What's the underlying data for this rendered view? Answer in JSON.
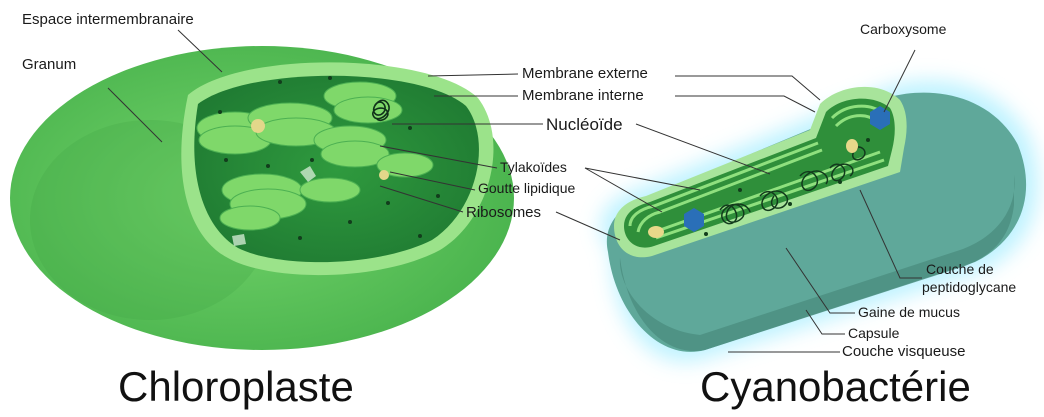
{
  "titles": {
    "chloroplast": "Chloroplaste",
    "cyanobacteria": "Cyanobactérie"
  },
  "labels": {
    "espace": "Espace intermembranaire",
    "granum": "Granum",
    "membrane_externe": "Membrane externe",
    "membrane_interne": "Membrane interne",
    "nucleoide": "Nucléoïde",
    "tylakoides": "Tylakoïdes",
    "goutte_lipidique": "Goutte lipidique",
    "ribosomes": "Ribosomes",
    "carboxysome": "Carboxysome",
    "couche_peptidoglycane_line1": "Couche de",
    "couche_peptidoglycane_line2": "peptidoglycane",
    "gaine_de_mucus": "Gaine de mucus",
    "capsule": "Capsule",
    "couche_visqueuse": "Couche visqueuse"
  },
  "colors": {
    "chloroplast_outer": "#5ec45a",
    "chloroplast_inner": "#2f8f3a",
    "thylakoid": "#7fd86a",
    "cyano_capsule": "#5fa89a",
    "cyano_glow": "#b7f1ff",
    "carboxysome": "#2a6fb8",
    "lipid": "#e8d88a",
    "leader_line": "#333333"
  }
}
